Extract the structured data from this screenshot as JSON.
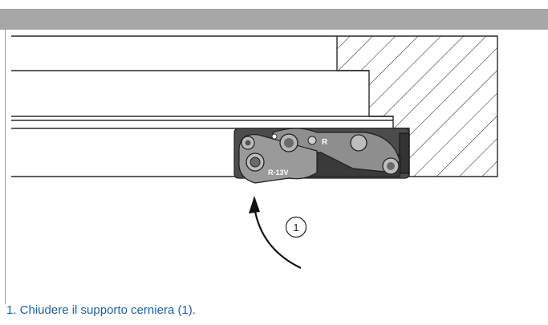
{
  "diagram": {
    "callout_number": "1",
    "hinge_labels": {
      "model": "R-13V",
      "side": "R"
    }
  },
  "instruction": {
    "text": "1. Chiudere il supporto cerniera (1)."
  },
  "colors": {
    "header_bar": "#a7a7a7",
    "instruction_text": "#1f5fa8",
    "line_art": "#2a2a2a",
    "hinge_body": "#5a5a5a"
  },
  "icons": [
    "hinge-illustration",
    "curved-arrow",
    "hatched-wall"
  ]
}
